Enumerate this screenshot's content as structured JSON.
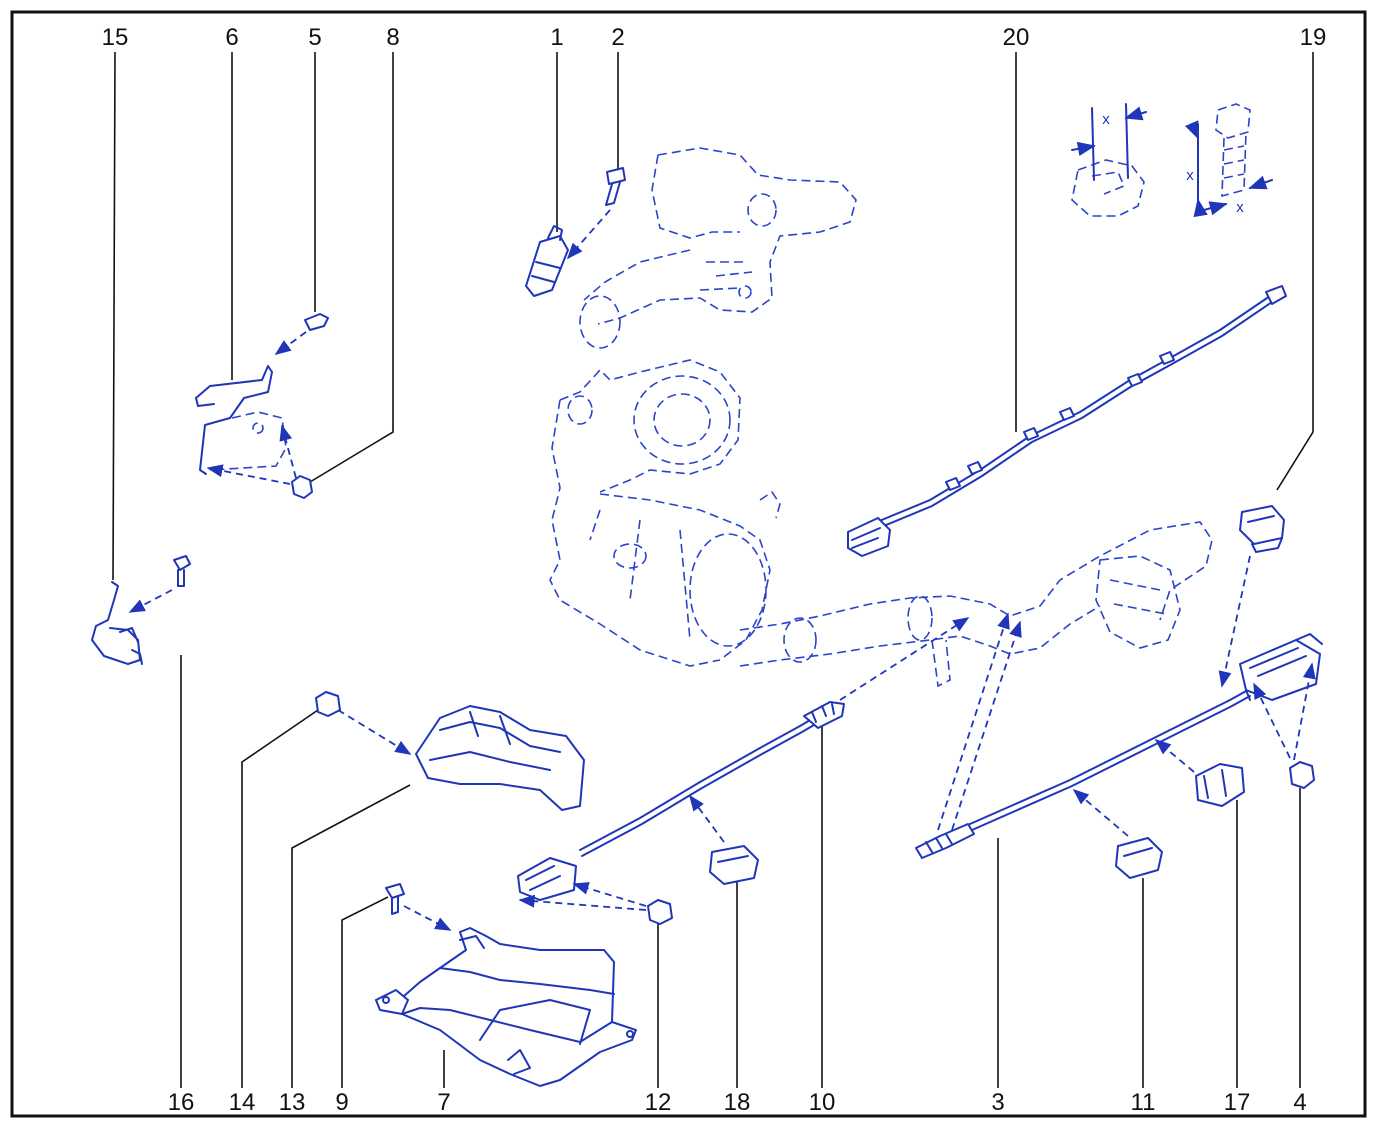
{
  "diagram": {
    "callouts": [
      "15",
      "6",
      "5",
      "8",
      "1",
      "2",
      "20",
      "19",
      "16",
      "14",
      "13",
      "9",
      "7",
      "12",
      "18",
      "10",
      "3",
      "11",
      "17",
      "4"
    ],
    "dimension_labels": [
      "x",
      "x",
      "x"
    ]
  },
  "colors": {
    "line": "#1f36b8",
    "text": "#111111",
    "frame": "#111111"
  }
}
